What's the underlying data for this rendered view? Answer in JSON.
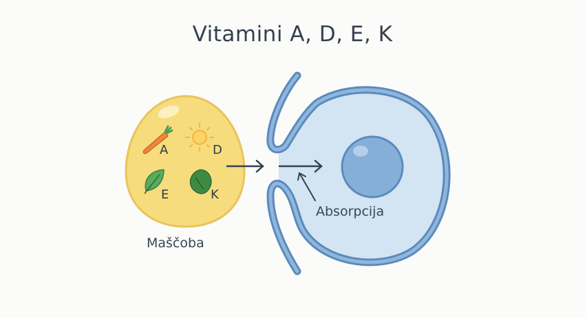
{
  "title": "Vitamini A, D, E, K",
  "fat_globule": {
    "label": "Maščoba",
    "vitamins": [
      {
        "letter": "A",
        "icon": "carrot-icon"
      },
      {
        "letter": "D",
        "icon": "sun-icon"
      },
      {
        "letter": "E",
        "icon": "leaf-icon"
      },
      {
        "letter": "K",
        "icon": "spinach-icon"
      }
    ]
  },
  "cell": {
    "absorption_label": "Absorpcija"
  },
  "colors": {
    "fat_fill": "#f7dc7e",
    "fat_stroke": "#e8c45a",
    "membrane": "#6b9ac6",
    "cell_fill": "#d3e4f3",
    "nucleus": "#86afd8",
    "arrow": "#34414d",
    "carrot": "#ee8a3a",
    "sun": "#f5b33a",
    "leaf": "#4f9d52"
  }
}
